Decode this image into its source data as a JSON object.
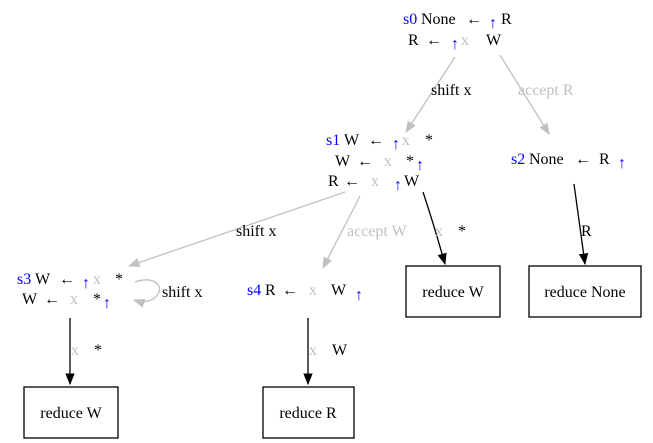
{
  "colors": {
    "state_label": "#0000ff",
    "dot_marker": "#0000ff",
    "dim": "#c0c0c0",
    "ink": "#000000"
  },
  "symbols": {
    "arrow": "←",
    "dot": "↑"
  },
  "states": {
    "s0": {
      "label": "s0",
      "items": [
        {
          "lhs": "None",
          "before": "",
          "after": "R"
        },
        {
          "lhs": "R",
          "before": "",
          "after": "x W"
        }
      ]
    },
    "s1": {
      "label": "s1",
      "items": [
        {
          "lhs": "W",
          "before": "",
          "after": "x *"
        },
        {
          "lhs": "W",
          "before": "x *",
          "after": ""
        },
        {
          "lhs": "R",
          "before": "x",
          "after": "W"
        }
      ]
    },
    "s2": {
      "label": "s2",
      "items": [
        {
          "lhs": "None",
          "before": "R",
          "after": ""
        }
      ]
    },
    "s3": {
      "label": "s3",
      "items": [
        {
          "lhs": "W",
          "before": "",
          "after": "x *"
        },
        {
          "lhs": "W",
          "before": "x *",
          "after": ""
        }
      ]
    },
    "s4": {
      "label": "s4",
      "items": [
        {
          "lhs": "R",
          "before": "x W",
          "after": ""
        }
      ]
    }
  },
  "edges": {
    "s0_s1": "shift x",
    "s0_s2": "accept R",
    "s1_s3": "shift x",
    "s1_s4": "accept W",
    "s1_reduce": {
      "x": "x",
      "star": "*"
    },
    "s2_reduce": "R",
    "s3_loop": "shift x",
    "s3_reduce": {
      "x": "x",
      "star": "*"
    },
    "s4_reduce": {
      "x": "x",
      "w": "W"
    }
  },
  "reduce_boxes": {
    "s1": "reduce W",
    "s2": "reduce None",
    "s3": "reduce W",
    "s4": "reduce R"
  }
}
